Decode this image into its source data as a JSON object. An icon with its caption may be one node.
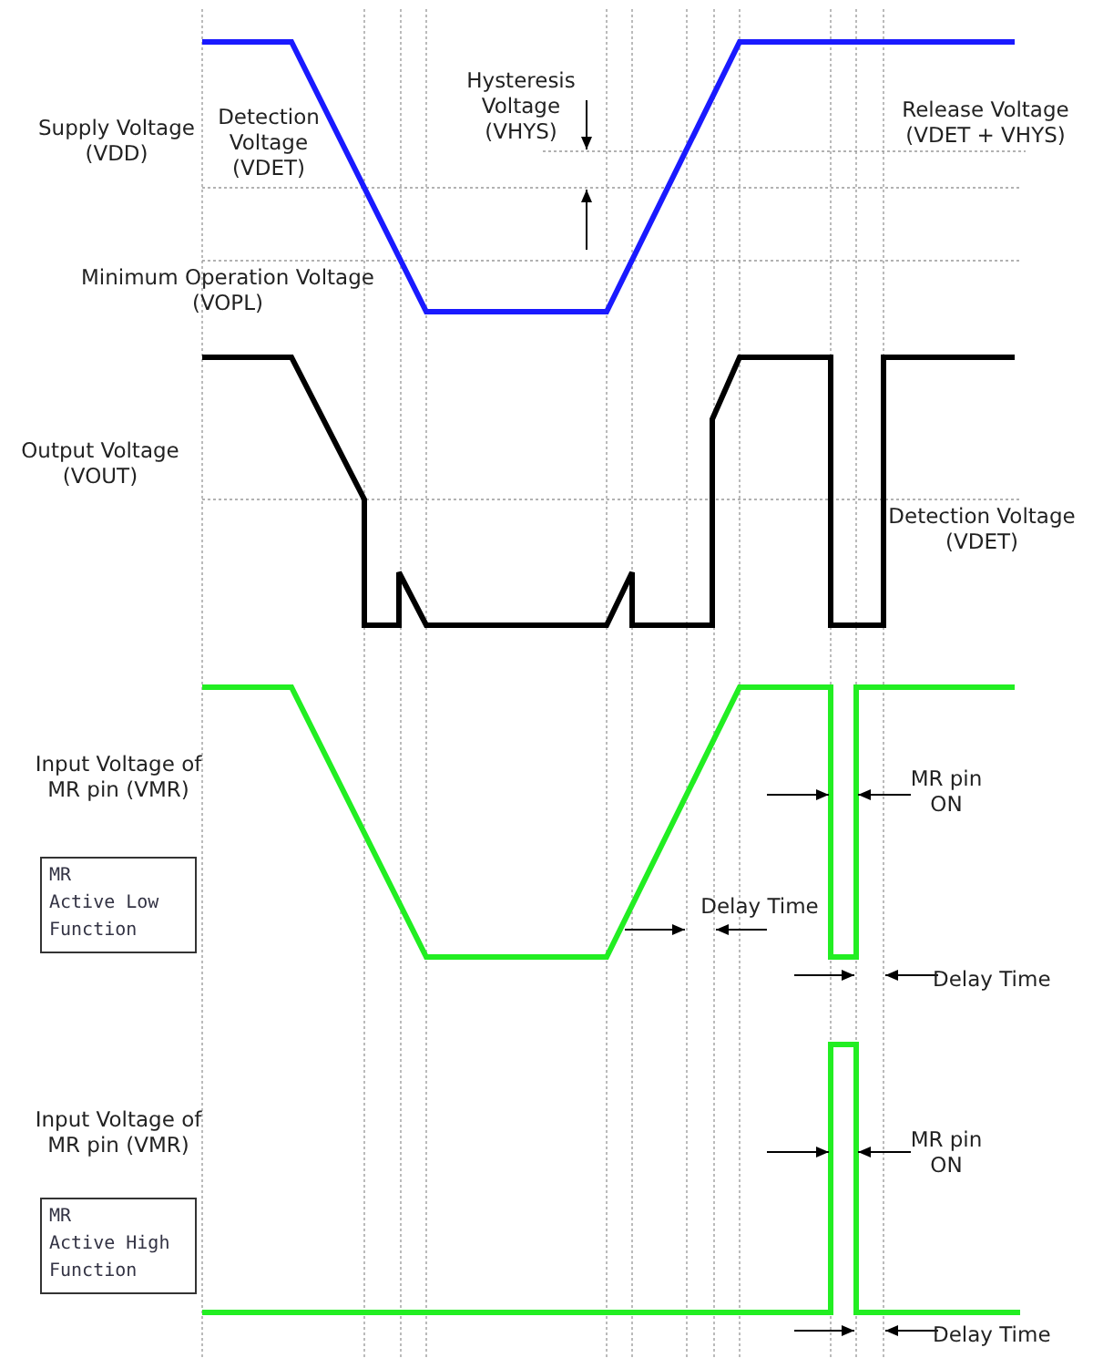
{
  "diagram": {
    "nodes": [
      {
        "text": [
          "MR",
          "Active Low Function"
        ]
      },
      {
        "text": [
          "MR",
          "Active High Function"
        ]
      }
    ],
    "labels": [
      "Hysteresis Voltage (VHYS)",
      "Supply Voltage (VDD)",
      "Detection Voltage (VDET)",
      "Release Voltage (VDET + VHYS)",
      "Minimum Operation Voltage (VOPL)",
      "Output Voltage (VOUT)",
      "Detection Voltage (VDET)",
      "Input Voltage of MR pin (VMR)",
      "MR pin ON",
      "Delay Time",
      "Delay Time",
      "Input Voltage of MR pin (VMR)",
      "MR pin ON",
      "Delay Time"
    ]
  }
}
